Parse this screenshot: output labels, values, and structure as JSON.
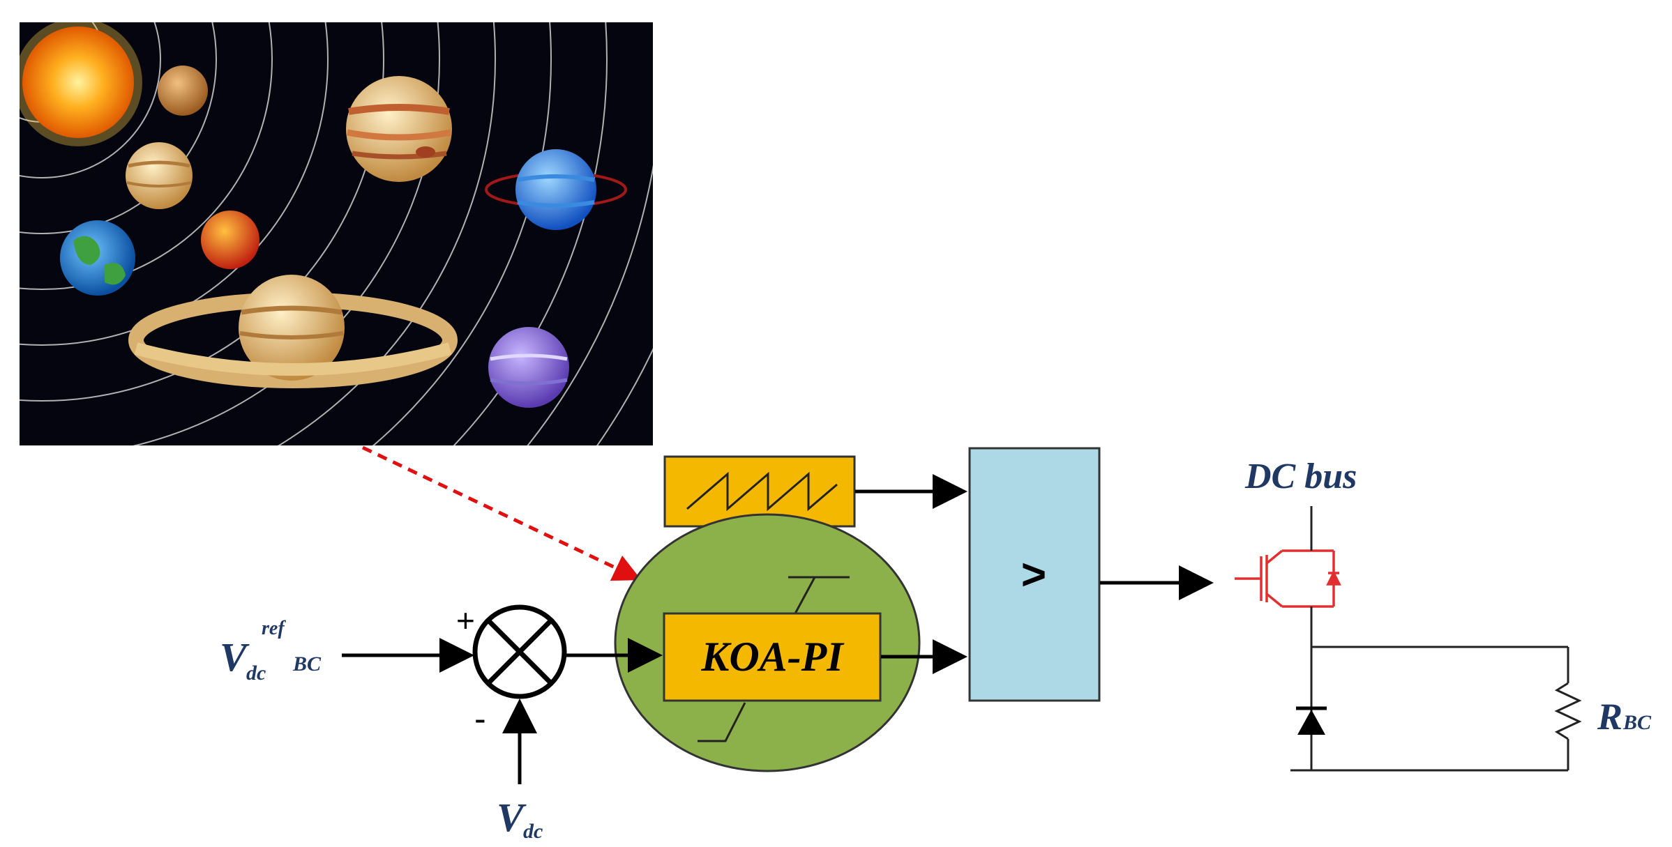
{
  "labels": {
    "dc_bus": "DC bus",
    "controller": "KOA-PI",
    "comparator": ">",
    "plus": "+",
    "minus": "-",
    "vref_main": "V",
    "vref_sub": "dc",
    "vref_sup": "ref",
    "vref_tail": "BC",
    "vdc_main": "V",
    "vdc_sub": "dc",
    "rbc_main": "R",
    "rbc_sub": "BC"
  },
  "colors": {
    "space_bg": "#05050f",
    "sawtooth_fill": "#f5b800",
    "controller_fill": "#f5b800",
    "ellipse_fill": "#8cb04a",
    "comparator_fill": "#add8e6",
    "label_text": "#1f3864",
    "dashed_arrow": "#e01010",
    "igbt": "#e03030"
  }
}
